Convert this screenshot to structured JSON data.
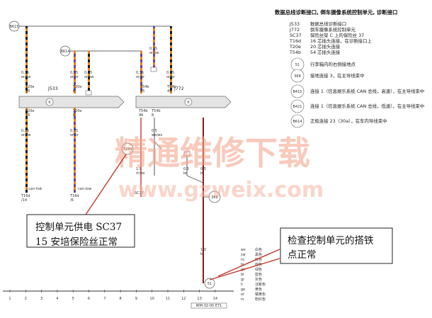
{
  "header": {
    "title": "数据总线诊断接口, 倒车摄像系统控制单元, 诊断接口"
  },
  "components": [
    {
      "code": "J533",
      "desc": "数据总线诊断接口"
    },
    {
      "code": "J772",
      "desc": "倒车摄像系统控制单元"
    },
    {
      "code": "SC37",
      "desc": "保险丝架 C 上的保险丝 37"
    },
    {
      "code": "T16d",
      "desc": "16 芯插头连接，在诊断接口上"
    },
    {
      "code": "T20e",
      "desc": "20 芯插头连接"
    },
    {
      "code": "T54b",
      "desc": "54 芯插头连接"
    }
  ],
  "references": [
    {
      "code": "51",
      "desc": "行李箱内的右侧接地点"
    },
    {
      "code": "368",
      "desc": "接地连接 3，在主导线束中"
    },
    {
      "code": "B415",
      "desc": "连接 1（信息娱乐系统 CAN 总线，高速），在主导线束中"
    },
    {
      "code": "B421",
      "desc": "连接 1（信息娱乐系统 CAN 总线，低速），在主导线束中"
    },
    {
      "code": "B614",
      "desc": "正极连接 23（30a），在车内导线束中"
    }
  ],
  "colors": [
    {
      "abbr": "ws",
      "name": "白色"
    },
    {
      "abbr": "sw",
      "name": "黑色"
    },
    {
      "abbr": "ro",
      "name": "红色"
    },
    {
      "abbr": "br",
      "name": "棕色"
    },
    {
      "abbr": "gn",
      "name": "绿色"
    },
    {
      "abbr": "bl",
      "name": "蓝色"
    },
    {
      "abbr": "gr",
      "name": "灰色"
    },
    {
      "abbr": "li",
      "name": "淡紫色"
    },
    {
      "abbr": "ge",
      "name": "黄色"
    },
    {
      "abbr": "or",
      "name": "橘黄色"
    },
    {
      "abbr": "rs",
      "name": "粉红色"
    }
  ],
  "modules": {
    "j533": "J533",
    "j772": "J772"
  },
  "nodes": {
    "b615": "B615",
    "b614": "B614",
    "b414": "T16d",
    "n368": "368",
    "n51": "51"
  },
  "wire_labels": {
    "w1_top": "0.35",
    "w1_col": "or/sw",
    "w1_pin": "T20e",
    "w1_pin_n": "16",
    "w1_b_top": "0.35",
    "w1_b_col": "or/sw",
    "w1_bottom": "can-hsk",
    "w2_top": "0.35",
    "w2_col": "or/br",
    "w2_pin": "T20e",
    "w2_pin_n": "6",
    "w2_b_top": "0.35",
    "w2_b_col": "or/br",
    "w2_bottom": "can-low",
    "w3_top": "0.35",
    "w3_col": "or/br",
    "w4_top": "0.35",
    "w4_col": "or/sw",
    "w5_top": "0.35",
    "w5_col": "or/br",
    "w6_top": "0.35",
    "w6_col": "or/sw",
    "w7_top": "0.35",
    "w7_col": "or/br",
    "w8_top": "0.35",
    "w8_col": "or/sw",
    "w8_pin": "T54b",
    "w8_pin_n": "45",
    "w9_pin": "T54b",
    "w9_pin_n": "46",
    "w10_pin": "T54b",
    "w10_pin_n": "44",
    "w11_pin": "T54b",
    "w11_pin_n": "8",
    "w12_val": "1.5",
    "w12_col": "rt/ws",
    "w13_val": "0.5",
    "w13_col": "ws/ws",
    "w14_val": "0.5",
    "w14_col": "br",
    "w15_val": "0.5",
    "w15_col": "br",
    "w16_val": "1.0",
    "w16_col": "br",
    "sc37": "SC37",
    "t16_1": "T16d",
    "t16_1n": "/14",
    "t16_2": "T16d",
    "t16_2n": "/6"
  },
  "ruler": {
    "ticks": [
      "1",
      "2",
      "3",
      "4",
      "5",
      "6",
      "7",
      "8",
      "9",
      "10",
      "11",
      "12",
      "13",
      "14"
    ],
    "code": "WM-32-00 E71"
  },
  "watermark": {
    "line1": "精通维修下载",
    "line2": "www.gzweix.com"
  },
  "callouts": {
    "left_line1": "控制单元供电 SC37",
    "left_line2": "15 安培保险丝正常",
    "right_line1": "检查控制单元的搭铁",
    "right_line2": "点正常"
  }
}
